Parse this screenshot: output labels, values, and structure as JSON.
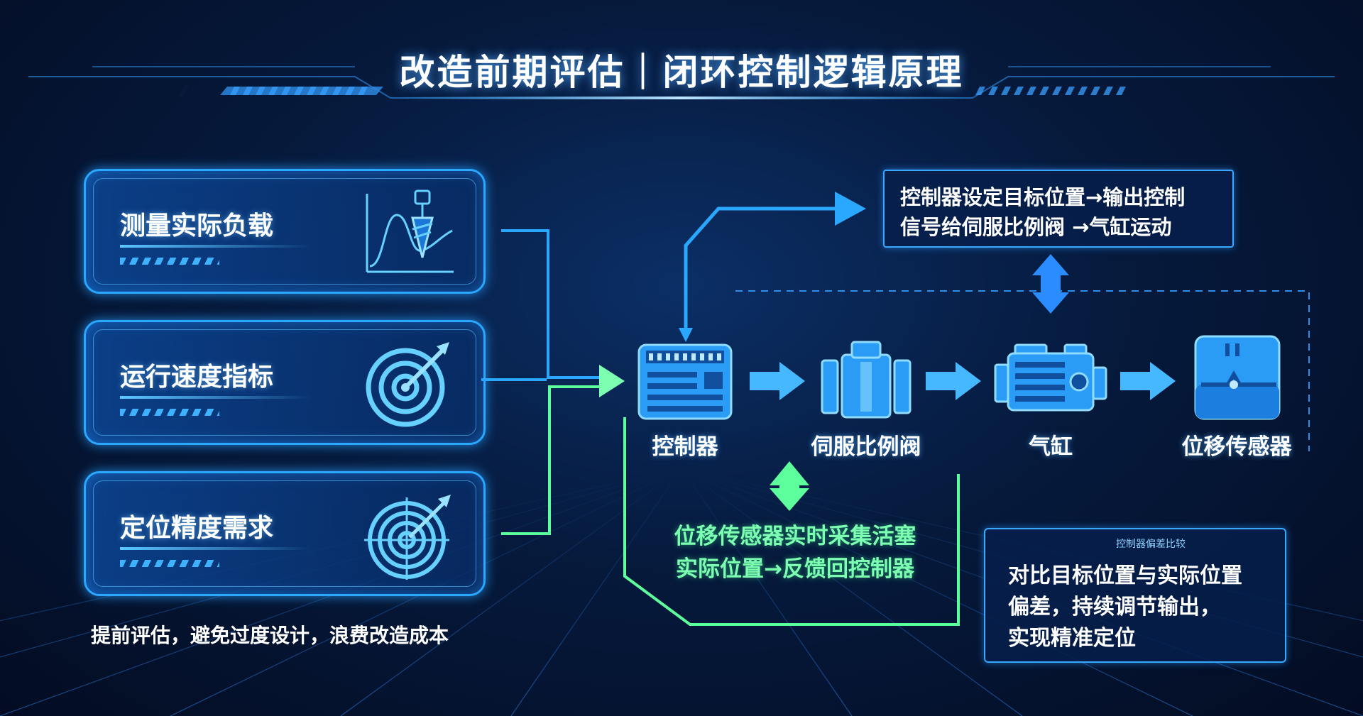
{
  "title": "改造前期评估｜闭环控制逻辑原理",
  "cards": [
    {
      "label": "测量实际负载",
      "icon": "load-curve-gauge-icon"
    },
    {
      "label": "运行速度指标",
      "icon": "speed-target-icon"
    },
    {
      "label": "定位精度需求",
      "icon": "precision-target-icon"
    }
  ],
  "footnote": "提前评估，避免过度设计，浪费改造成本",
  "nodes": [
    {
      "label": "控制器",
      "icon": "controller-icon"
    },
    {
      "label": "伺服比例阀",
      "icon": "servo-valve-icon"
    },
    {
      "label": "气缸",
      "icon": "cylinder-icon"
    },
    {
      "label": "位移传感器",
      "icon": "displacement-sensor-icon"
    }
  ],
  "control_signal": {
    "line1": "控制器设定目标位置→输出控制",
    "line2": "信号给伺服比例阀 →气缸运动"
  },
  "feedback": {
    "line1": "位移传感器实时采集活塞",
    "line2": "实际位置→反馈回控制器"
  },
  "comparison": {
    "caption": "控制器偏差比较",
    "line1": "对比目标位置与实际位置",
    "line2": "偏差，持续调节输出，",
    "line3": "实现精准定位"
  },
  "colors": {
    "accent_blue": "#2aa7ff",
    "feedback_green": "#5dff9c",
    "arrow_blue": "#3aa8ff"
  }
}
